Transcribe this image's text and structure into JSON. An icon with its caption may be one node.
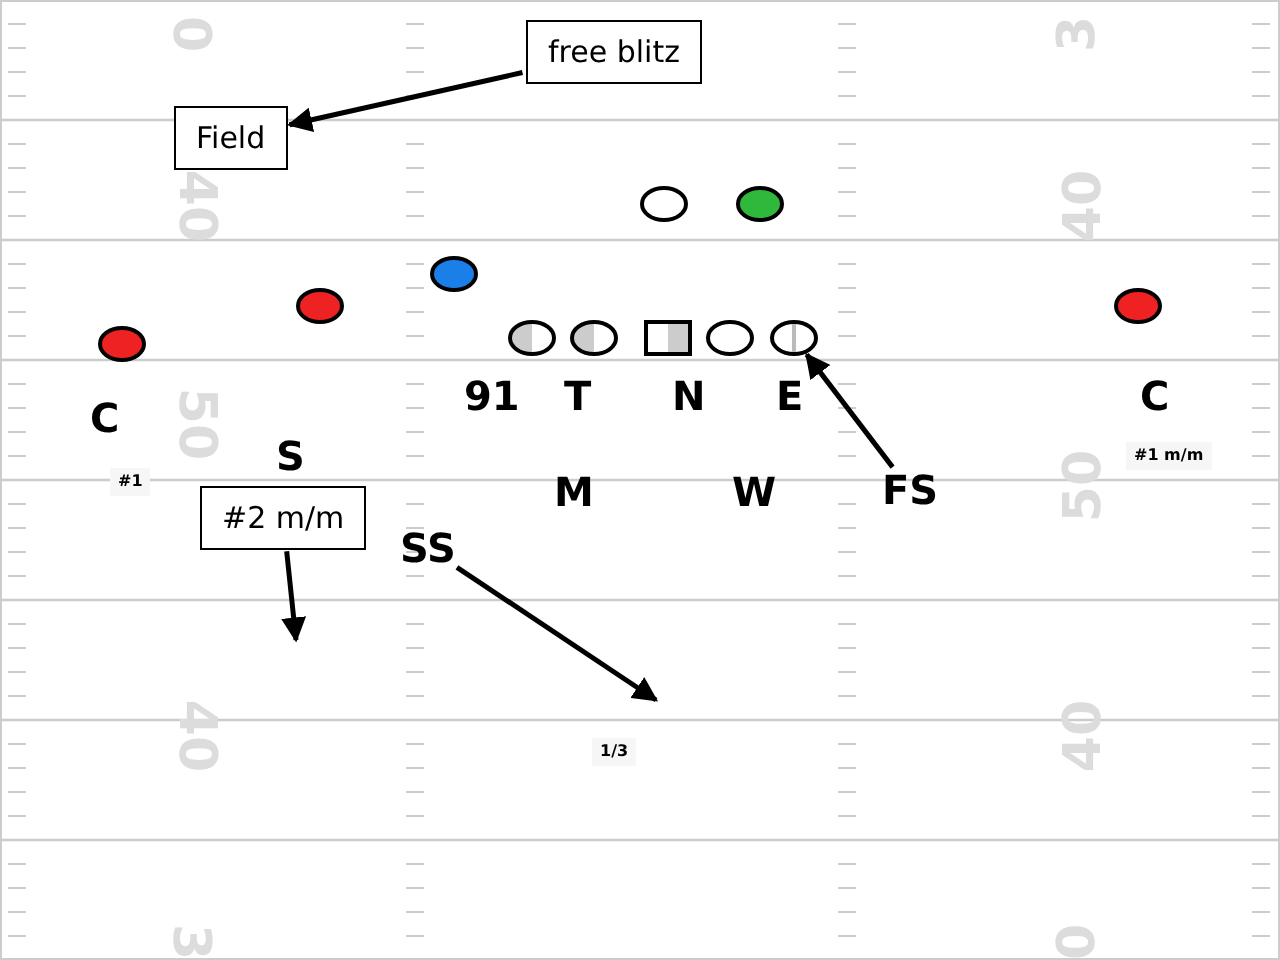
{
  "diagram": {
    "nodes": [
      {
        "text": [
          "free blitz"
        ]
      },
      {
        "text": [
          "Field"
        ]
      },
      {
        "text": [
          "#2 m/m"
        ]
      },
      {
        "text": [
          "SS"
        ]
      },
      {
        "text": [
          "FS"
        ]
      },
      {
        "text": [],
        "shape": "circle"
      },
      {
        "text": [],
        "shape": "circle"
      },
      {
        "text": [],
        "shape": "circle"
      },
      {
        "text": [],
        "shape": "circle"
      },
      {
        "text": [],
        "shape": "circle"
      },
      {
        "text": [],
        "shape": "circle"
      },
      {
        "text": [],
        "shape": "circle"
      },
      {
        "text": [],
        "shape": "circle"
      },
      {
        "text": [],
        "shape": "box"
      },
      {
        "text": [],
        "shape": "circle"
      },
      {
        "text": [],
        "shape": "circle"
      }
    ],
    "edges": [
      {
        "from": 0,
        "to": 1,
        "arrow": "to"
      },
      {
        "from": 2,
        "to": null,
        "arrow": "to"
      },
      {
        "from": 3,
        "to": null,
        "arrow": "to"
      },
      {
        "from": 4,
        "to": 15,
        "arrow": "to"
      }
    ],
    "labels": [
      "0",
      "3",
      "40",
      "40",
      "91",
      "T",
      "N",
      "E",
      "C",
      "C",
      "S",
      "#1 m/m",
      "#1",
      "50",
      "M",
      "W",
      "50",
      "1/3",
      "40",
      "40",
      "3",
      "0"
    ]
  }
}
